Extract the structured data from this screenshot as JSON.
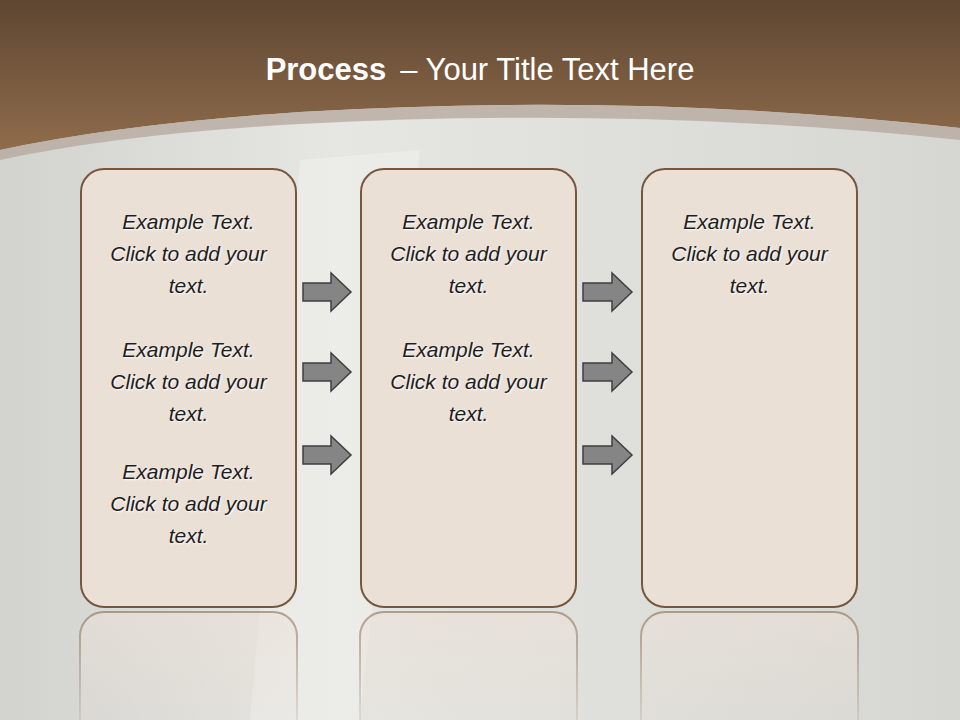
{
  "diagram": {
    "title": "Process",
    "nodes": [
      {
        "text": [
          "Example Text. Click to add your text.",
          "Example Text. Click to add your text.",
          "Example Text. Click to add your text."
        ]
      },
      {
        "text": [
          "Example Text. Click to add your text.",
          "Example Text. Click to add your text."
        ]
      },
      {
        "text": [
          "Example Text. Click to add your text."
        ]
      }
    ],
    "edges": [
      {
        "from": 0,
        "to": 1,
        "arrow": "to"
      },
      {
        "from": 0,
        "to": 1,
        "arrow": "to"
      },
      {
        "from": 0,
        "to": 1,
        "arrow": "to"
      },
      {
        "from": 1,
        "to": 2,
        "arrow": "to"
      },
      {
        "from": 1,
        "to": 2,
        "arrow": "to"
      },
      {
        "from": 1,
        "to": 2,
        "arrow": "to"
      }
    ],
    "labels": [
      "– Your Title Text Here"
    ]
  }
}
